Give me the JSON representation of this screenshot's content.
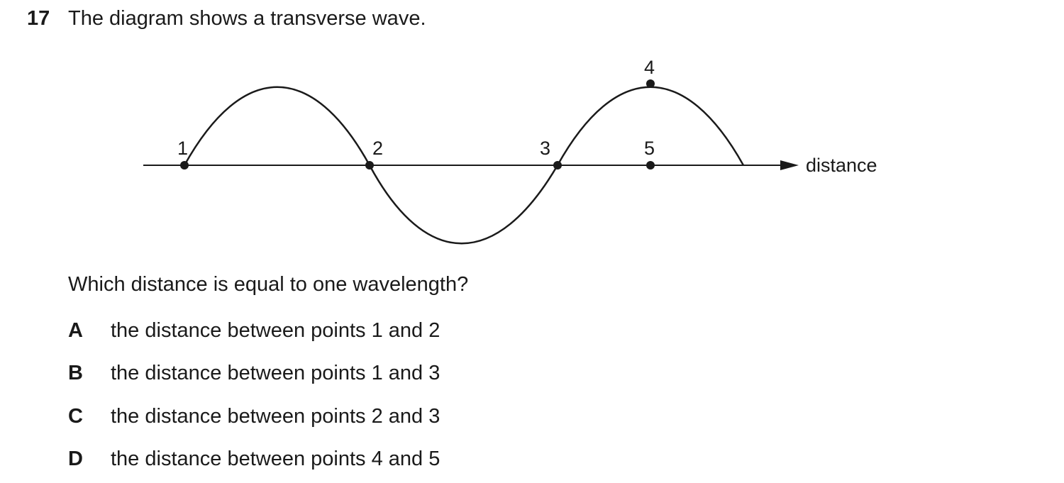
{
  "question": {
    "number": "17",
    "stem": "The diagram shows a transverse wave.",
    "prompt": "Which distance is equal to one wavelength?"
  },
  "diagram": {
    "axis_label": "distance",
    "points": [
      {
        "label": "1"
      },
      {
        "label": "2"
      },
      {
        "label": "3"
      },
      {
        "label": "4"
      },
      {
        "label": "5"
      }
    ]
  },
  "options": [
    {
      "letter": "A",
      "text": "the distance between points 1 and 2"
    },
    {
      "letter": "B",
      "text": "the distance between points 1 and 3"
    },
    {
      "letter": "C",
      "text": "the distance between points 2 and 3"
    },
    {
      "letter": "D",
      "text": "the distance between points 4 and 5"
    }
  ]
}
